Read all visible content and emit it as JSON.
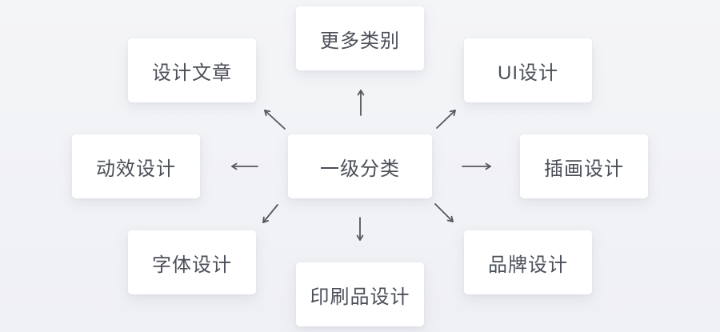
{
  "diagram": {
    "title": "category-mind-map",
    "center_node": {
      "label": "一级分类"
    },
    "nodes": [
      {
        "id": "more-categories",
        "label": "更多类别",
        "position": "top"
      },
      {
        "id": "design-articles",
        "label": "设计文章",
        "position": "top-left"
      },
      {
        "id": "ui-design",
        "label": "UI设计",
        "position": "top-right"
      },
      {
        "id": "motion-design",
        "label": "动效设计",
        "position": "left"
      },
      {
        "id": "illustration-design",
        "label": "插画设计",
        "position": "right"
      },
      {
        "id": "font-design",
        "label": "字体设计",
        "position": "bottom-left"
      },
      {
        "id": "print-design",
        "label": "印刷品设计",
        "position": "bottom"
      },
      {
        "id": "brand-design",
        "label": "品牌设计",
        "position": "bottom-right"
      }
    ],
    "edges": [
      {
        "from": "一级分类",
        "to": "更多类别",
        "direction": "up"
      },
      {
        "from": "一级分类",
        "to": "设计文章",
        "direction": "up-left"
      },
      {
        "from": "一级分类",
        "to": "UI设计",
        "direction": "up-right"
      },
      {
        "from": "一级分类",
        "to": "动效设计",
        "direction": "left"
      },
      {
        "from": "一级分类",
        "to": "插画设计",
        "direction": "right"
      },
      {
        "from": "一级分类",
        "to": "字体设计",
        "direction": "down-left"
      },
      {
        "from": "一级分类",
        "to": "印刷品设计",
        "direction": "down"
      },
      {
        "from": "一级分类",
        "to": "品牌设计",
        "direction": "down-right"
      }
    ],
    "colors": {
      "background_top": "#f4f5f7",
      "background_bottom": "#eff0f4",
      "card": "#ffffff",
      "text": "#4b4f58",
      "arrow": "#54575e"
    }
  }
}
